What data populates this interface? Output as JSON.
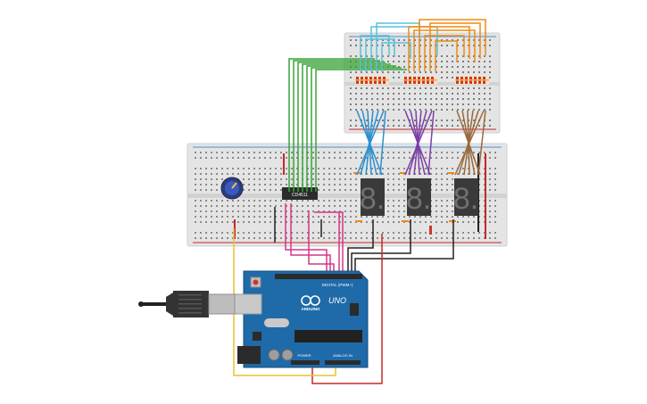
{
  "circuit": {
    "ic_label": "CD4511",
    "board": {
      "label_digital": "DIGITAL (PWM~)",
      "logo": "ARDUINO",
      "model": "UNO",
      "label_power": "POWER",
      "label_analog": "ANALOG IN"
    },
    "displays": [
      {
        "digit": "8."
      },
      {
        "digit": "8."
      },
      {
        "digit": "8."
      }
    ],
    "colors": {
      "breadboard": "#e4e4e4",
      "board_blue": "#1f6aa8",
      "wire_green": "#3aa33a",
      "wire_cyan": "#5bc0d8",
      "wire_orange": "#f08a12",
      "wire_blue": "#2a8fcf",
      "wire_purple": "#7a3fa8",
      "wire_brown": "#9a6a3c",
      "wire_pink": "#d6358a",
      "wire_red": "#c62828",
      "wire_yellow": "#e6c22e",
      "wire_black": "#222222",
      "display_body": "#3a3a3a",
      "segment_off": "#707070"
    },
    "icons": [
      "usb-cable-icon",
      "potentiometer-icon",
      "reset-button-icon"
    ]
  }
}
